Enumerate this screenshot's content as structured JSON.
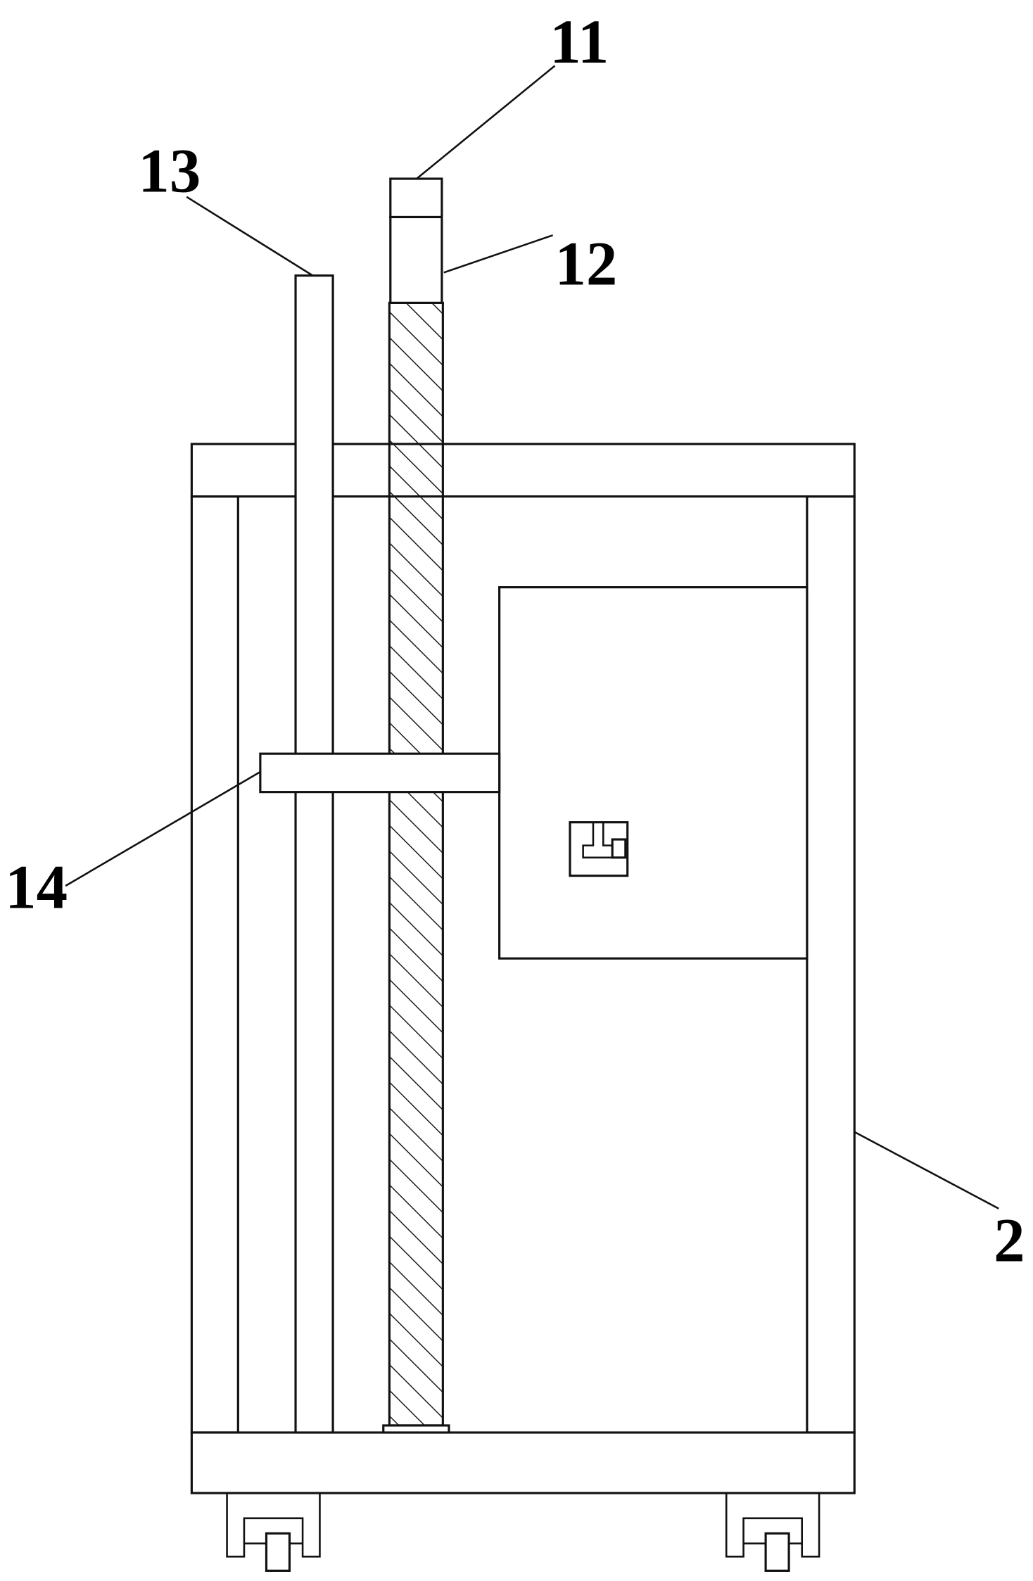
{
  "labels": {
    "part_11": "11",
    "part_12": "12",
    "part_13": "13",
    "part_14": "14",
    "part_2": "2"
  },
  "colors": {
    "line": "#111111",
    "background": "#ffffff"
  }
}
